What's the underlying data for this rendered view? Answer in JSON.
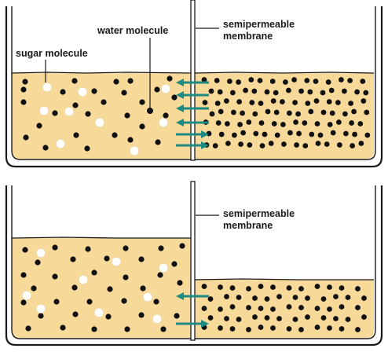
{
  "colors": {
    "liquid": "#f7d99a",
    "water_molecule": "#111111",
    "sugar_molecule": "#ffffff",
    "arrow": "#1e8a84",
    "outline": "#1a1a1a"
  },
  "panels": [
    {
      "labels": {
        "water_molecule": "water molecule",
        "sugar_molecule": "sugar molecule",
        "membrane": [
          "semipermeable",
          "membrane"
        ]
      },
      "arrows": [
        "left",
        "left",
        "left",
        "left",
        "right",
        "right"
      ]
    },
    {
      "labels": {
        "membrane": [
          "semipermeable",
          "membrane"
        ]
      },
      "arrows": [
        "left",
        "right"
      ]
    }
  ]
}
